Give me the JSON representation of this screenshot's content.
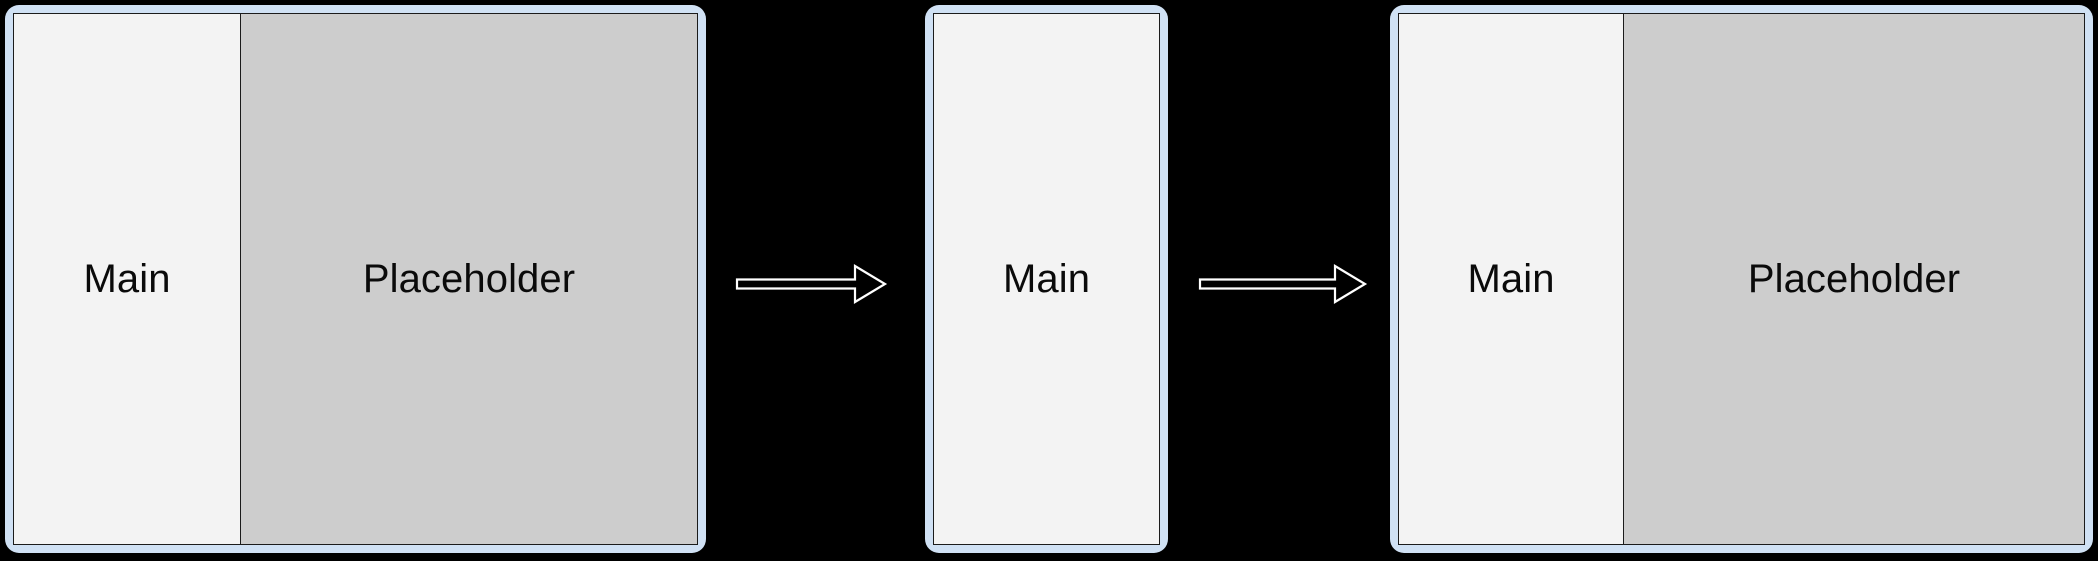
{
  "diagram": {
    "background_color": "#000000",
    "frame_color": "#d0e1f4",
    "frame_border_color": "#1b1b1b",
    "main_region_color": "#f3f3f3",
    "placeholder_region_color": "#cdcdcd",
    "arrow_color": "#ffffff",
    "steps": [
      {
        "id": "step-1",
        "regions": [
          {
            "type": "main",
            "label": "Main"
          },
          {
            "type": "placeholder",
            "label": "Placeholder"
          }
        ]
      },
      {
        "id": "step-2",
        "regions": [
          {
            "type": "main",
            "label": "Main"
          }
        ]
      },
      {
        "id": "step-3",
        "regions": [
          {
            "type": "main",
            "label": "Main"
          },
          {
            "type": "placeholder",
            "label": "Placeholder"
          }
        ]
      }
    ],
    "arrows": [
      {
        "id": "arrow-1",
        "from": "step-1",
        "to": "step-2"
      },
      {
        "id": "arrow-2",
        "from": "step-2",
        "to": "step-3"
      }
    ]
  }
}
